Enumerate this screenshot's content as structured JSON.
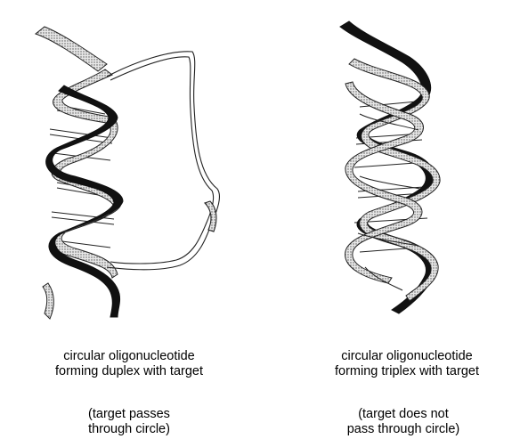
{
  "left_panel": {
    "caption_line1": "circular oligonucleotide",
    "caption_line2": "forming duplex with target",
    "note_line1": "(target passes",
    "note_line2": "through circle)"
  },
  "right_panel": {
    "caption_line1": "circular oligonucleotide",
    "caption_line2": "forming triplex with target",
    "note_line1": "(target does not",
    "note_line2": "pass through circle)"
  },
  "colors": {
    "black_strand": "#111111",
    "dotted_strand": "#bdbdbd",
    "outline": "#222222",
    "background": "#ffffff"
  }
}
